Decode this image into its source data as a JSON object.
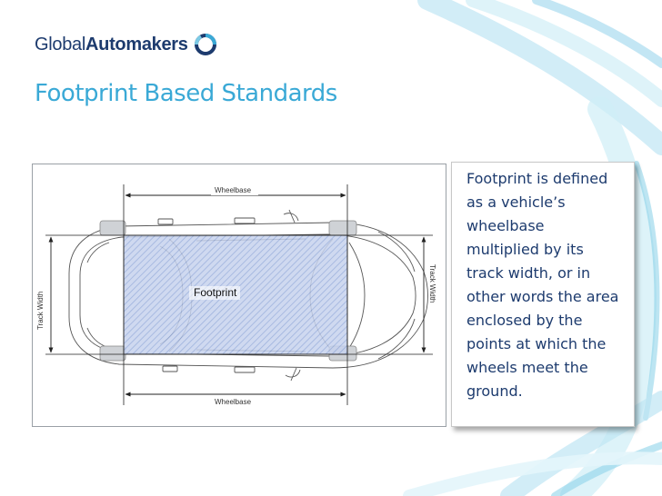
{
  "brand": {
    "name_light": "Global",
    "name_bold": "Automakers",
    "primary_color": "#1d3b6e",
    "accent_color": "#3aa9d6",
    "logo_mark_icon": "ring-logo-icon"
  },
  "slide": {
    "title": "Footprint Based Standards"
  },
  "diagram": {
    "label_wheelbase_top": "Wheelbase",
    "label_wheelbase_bottom": "Wheelbase",
    "label_track_width_left": "Track Width",
    "label_track_width_right": "Track Width",
    "label_footprint": "Footprint",
    "footprint_color": "#8fa6d8"
  },
  "body_text": "Footprint is defined as a vehicle’s wheelbase multiplied by its track width, or in other words the area enclosed by the points at which the wheels meet the ground."
}
